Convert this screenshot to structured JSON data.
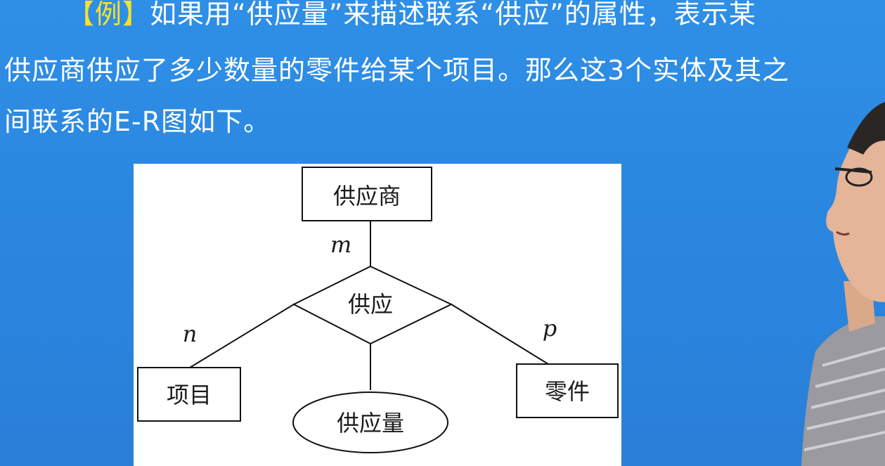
{
  "slide": {
    "line1": {
      "tag": "【例】",
      "text": "如果用“供应量”来描述联系“供应”的属性，表示某"
    },
    "line2": "供应商供应了多少数量的零件给某个项目。那么这3个实体及其之",
    "line3": "间联系的E-R图如下。"
  },
  "diagram": {
    "entities": {
      "supplier": "供应商",
      "project": "项目",
      "part": "零件"
    },
    "relationship": "供应",
    "attribute": "供应量",
    "cardinalities": {
      "supplier": "m",
      "project": "n",
      "part": "p"
    }
  },
  "colors": {
    "background": "#2a86df",
    "text": "#ffffff",
    "tag": "#f7e02e"
  }
}
